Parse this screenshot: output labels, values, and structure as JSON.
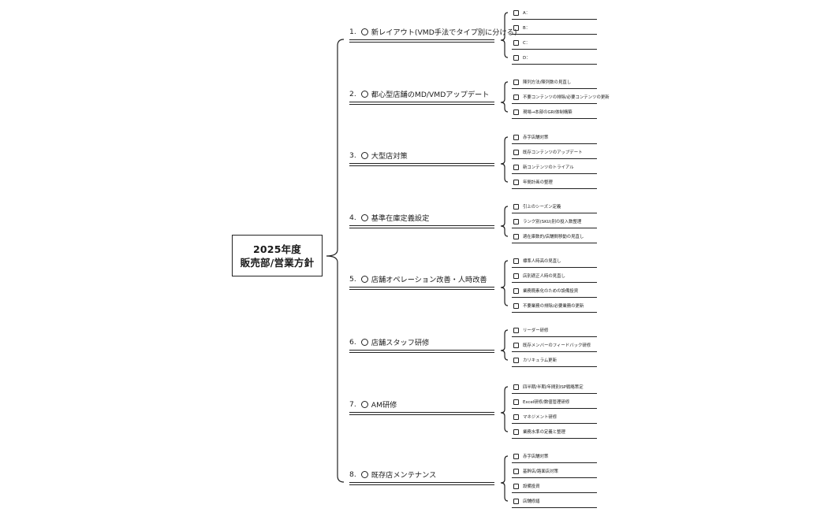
{
  "root": {
    "line1": "2025年度",
    "line2": "販売部/営業方針"
  },
  "branches": [
    {
      "label": "1.",
      "title": "新レイアウト(VMD手法でタイプ別に分ける)",
      "tasks": [
        "A：",
        "B：",
        "C：",
        "D："
      ]
    },
    {
      "label": "2.",
      "title": "都心型店舗のMD/VMDアップデート",
      "tasks": [
        "陳列方法/陳列数の見直し",
        "不要コンテンツの排除/必要コンテンツの更新",
        "現場→本部のGRI体制構築"
      ]
    },
    {
      "label": "3.",
      "title": "大型店対策",
      "tasks": [
        "赤字店舗対策",
        "既存コンテンツのアップデート",
        "新コンテンツのトライアル",
        "年間計画の整理"
      ]
    },
    {
      "label": "4.",
      "title": "基準在庫定義設定",
      "tasks": [
        "引上のシーズン定義",
        "ランク別(SKU)別の投入数整理",
        "適在庫数的/店舗間移動の見直し"
      ]
    },
    {
      "label": "5.",
      "title": "店舗オペレーション改善・人時改善",
      "tasks": [
        "標準人時高の見直し",
        "店別適正人時の見直し",
        "業務簡素化のための設備投資",
        "不要業務の排除/必要業務の更新"
      ]
    },
    {
      "label": "6.",
      "title": "店舗スタッフ研修",
      "tasks": [
        "リーダー研修",
        "既存メンバーのフィードバック研修",
        "カリキュラム更新"
      ]
    },
    {
      "label": "7.",
      "title": "AM研修",
      "tasks": [
        "四半期/半期/年間別ISP戦略策定",
        "Excel研修/数値管理研修",
        "マネジメント研修",
        "業務水準の定義と整理"
      ]
    },
    {
      "label": "8.",
      "title": "既存店メンテナンス",
      "tasks": [
        "赤字店舗対策",
        "基幹店/路面店対策",
        "設備投資",
        "店舗修繕"
      ]
    }
  ]
}
